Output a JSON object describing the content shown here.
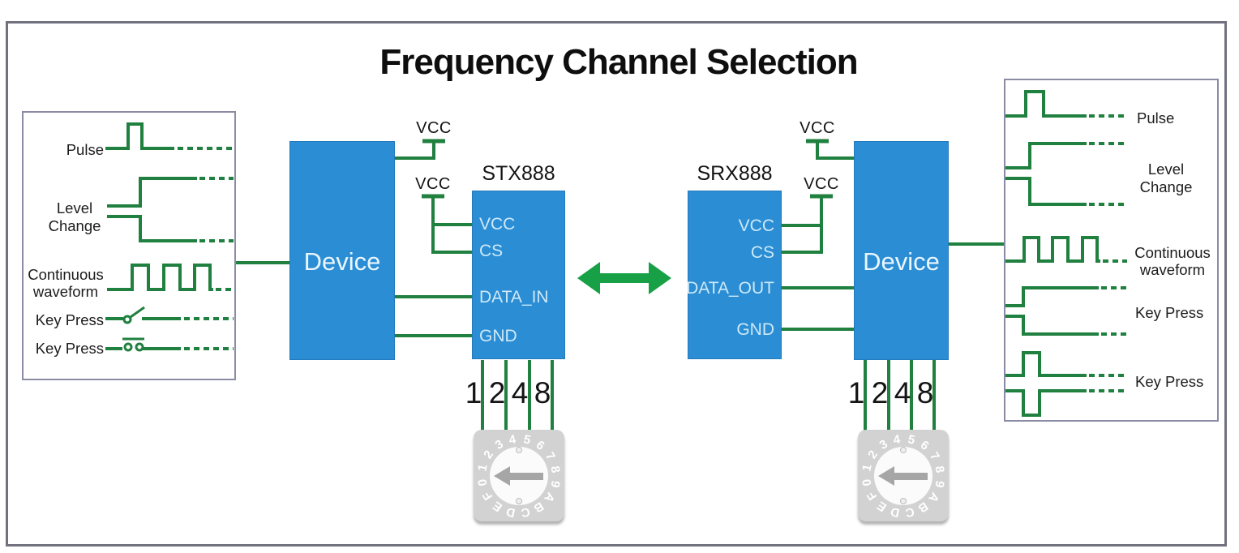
{
  "title": "Frequency Channel Selection",
  "labels": {
    "vcc": "VCC"
  },
  "devices": {
    "left_label": "Device",
    "right_label": "Device"
  },
  "chips": {
    "stx": {
      "title": "STX888",
      "pins": [
        "VCC",
        "CS",
        "DATA_IN",
        "GND"
      ]
    },
    "srx": {
      "title": "SRX888",
      "pins": [
        "VCC",
        "CS",
        "DATA_OUT",
        "GND"
      ]
    }
  },
  "rotary": {
    "characters": "0123456789ABCDEF",
    "bit_labels": [
      "1",
      "2",
      "4",
      "8"
    ]
  },
  "left_panel": {
    "pulse_label": "Pulse",
    "level_change_label_1": "Level",
    "level_change_label_2": "Change",
    "continuous_label_1": "Continuous",
    "continuous_label_2": "waveform",
    "key_press_1_label": "Key Press",
    "key_press_2_label": "Key Press"
  },
  "right_panel": {
    "pulse_label": "Pulse",
    "level_change_label_1": "Level",
    "level_change_label_2": "Change",
    "continuous_label_1": "Continuous",
    "continuous_label_2": "waveform",
    "key_press_1_label": "Key Press",
    "key_press_2_label": "Key Press"
  },
  "colors": {
    "box_blue": "#2b8dd3",
    "wire_green": "#20803f",
    "arrow_green": "#17a046",
    "pin_text_blue": "#cde9f9",
    "panel_border": "#8b8ba3",
    "frame_border": "#71717f",
    "rotary_body_gray": "#d2d2d2",
    "rotary_arrow_gray": "#a6a6a6",
    "title_black": "#0e0e0e"
  }
}
